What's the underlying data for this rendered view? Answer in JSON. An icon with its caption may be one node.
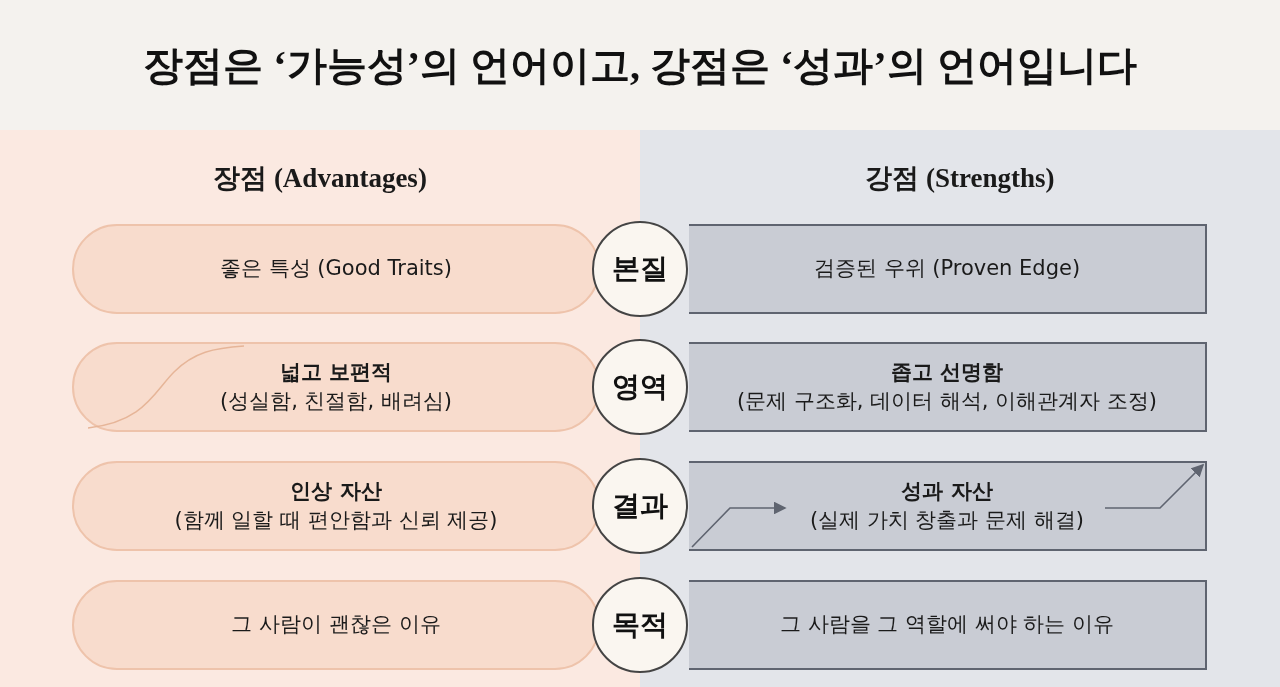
{
  "diagram": {
    "title": "장점은 ‘가능성’의 언어이고, 강점은 ‘성과’의 언어입니다",
    "nodes": [
      {
        "text": [
          "장점 (Advantages)"
        ]
      },
      {
        "text": [
          "강점 (Strengths)"
        ]
      },
      {
        "text": [
          "좋은 특성 (Good Traits)"
        ],
        "in": 0
      },
      {
        "text": [
          "본질"
        ]
      },
      {
        "text": [
          "검증된 우위 (Proven Edge)"
        ],
        "in": 1
      },
      {
        "text": [
          "넓고 보편적",
          "(성실함, 친절함, 배려심)"
        ],
        "in": 0
      },
      {
        "text": [
          "영역"
        ]
      },
      {
        "text": [
          "좁고 선명함",
          "(문제 구조화, 데이터 해석, 이해관계자 조정)"
        ],
        "in": 1
      },
      {
        "text": [
          "인상 자산",
          "(함께 일할 때 편안함과 신뢰 제공)"
        ],
        "in": 0
      },
      {
        "text": [
          "결과"
        ]
      },
      {
        "text": [
          "성과 자산",
          "(실제 가치 창출과 문제 해결)"
        ],
        "in": 1
      },
      {
        "text": [
          "그 사람이 괜찮은 이유"
        ],
        "in": 0
      },
      {
        "text": [
          "목적"
        ]
      },
      {
        "text": [
          "그 사람을 그 역할에 써야 하는 이유"
        ],
        "in": 1
      }
    ],
    "edges": []
  }
}
